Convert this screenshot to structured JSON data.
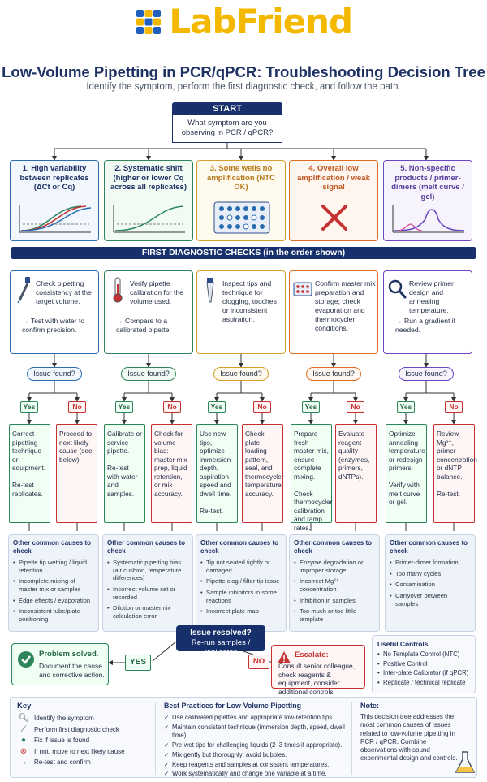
{
  "brand": {
    "name": "LabFriend"
  },
  "header": {
    "title": "Low-Volume Pipetting in PCR/qPCR: Troubleshooting Decision Tree",
    "subtitle": "Identify the symptom, perform the first diagnostic check, and follow the path."
  },
  "start": {
    "label": "START",
    "question": "What symptom are you observing in PCR / qPCR?"
  },
  "colors": {
    "navy": "#17306b",
    "blue": "#2b6cb0",
    "green": "#2f855a",
    "yellow": "#d69e2e",
    "orange": "#dd6b20",
    "purple": "#6b46c1",
    "red": "#c53030"
  },
  "symptoms": [
    {
      "title": "1. High variability between replicates (ΔCt or Cq)"
    },
    {
      "title": "2. Systematic shift (higher or lower Cq across all replicates)"
    },
    {
      "title": "3. Some wells no amplification (NTC OK)"
    },
    {
      "title": "4. Overall low amplification / weak signal"
    },
    {
      "title": "5. Non-specific products / primer-dimers (melt curve / gel)"
    }
  ],
  "banner": "FIRST DIAGNOSTIC CHECKS (in the order shown)",
  "checks": [
    {
      "icon": "pipette-icon",
      "text": "Check pipetting consistency at the target volume.",
      "sub": "→  Test with water to confirm precision."
    },
    {
      "icon": "thermometer-icon",
      "text": "Verify pipette calibration for the volume used.",
      "sub": "→  Compare to a calibrated pipette."
    },
    {
      "icon": "pipette-tip-icon",
      "text": "Inspect tips and technique for clogging, touches or inconsistent aspiration.",
      "sub": ""
    },
    {
      "icon": "plate-icon",
      "text": "Confirm master mix preparation and storage; check evaporation and thermocycler conditions.",
      "sub": ""
    },
    {
      "icon": "magnifier-icon",
      "text": "Review primer design and annealing temperature.",
      "sub": "→  Run a gradient if needed."
    }
  ],
  "issue_found": "Issue found?",
  "yes": "Yes",
  "no": "No",
  "outcomes": [
    {
      "yes": [
        "Correct pipetting technique or equipment.",
        "Re-test replicates."
      ],
      "no": [
        "Proceed to next likely cause (see below)."
      ]
    },
    {
      "yes": [
        "Calibrate or service pipette.",
        "Re-test with water and samples."
      ],
      "no": [
        "Check for volume bias: master mix prep, liquid retention, or mix accuracy."
      ]
    },
    {
      "yes": [
        "Use new tips, optimize immersion depth, aspiration speed and dwell time.",
        "Re-test."
      ],
      "no": [
        "Check plate loading pattern, seal, and thermocycler temperature accuracy."
      ]
    },
    {
      "yes": [
        "Prepare fresh master mix, ensure complete mixing.",
        "Check thermocycler calibration and ramp rates."
      ],
      "no": [
        "Evaluate reagent quality (enzymes, primers, dNTPs)."
      ]
    },
    {
      "yes": [
        "Optimize annealing temperature or redesign primers.",
        "Verify with melt curve or gel."
      ],
      "no": [
        "Review Mg²⁺, primer concentration or dNTP balance.",
        "Re-test."
      ]
    }
  ],
  "other_title": "Other common causes to check",
  "other_causes": [
    [
      "Pipette tip wetting / liquid retention",
      "Incomplete mixing of master mix or samples",
      "Edge effects / evaporation",
      "Inconsistent tube/plate positioning"
    ],
    [
      "Systematic pipetting bias (air cushion, temperature differences)",
      "Incorrect volume set or recorded",
      "Dilution or mastermix calculation error"
    ],
    [
      "Tip not seated tightly or damaged",
      "Pipette clog / filter tip issue",
      "Sample inhibitors in some reactions",
      "Incorrect plate map"
    ],
    [
      "Enzyme degradation or improper storage",
      "Incorrect Mg²⁺ concentration",
      "Inhibition in samples",
      "Too much or too little template"
    ],
    [
      "Primer-dimer formation",
      "Too many cycles",
      "Contamination",
      "Carryover between samples"
    ]
  ],
  "resolved": {
    "title": "Issue resolved?",
    "sub": "Re-run samples / replicates"
  },
  "solved": {
    "title": "Problem solved.",
    "text": "Document the cause and corrective action."
  },
  "yes_upper": "YES",
  "no_upper": "NO",
  "escalate": {
    "title": "Escalate:",
    "text": "Consult senior colleague, check reagents & equipment, consider additional controls."
  },
  "controls": {
    "title": "Useful Controls",
    "items": [
      "No Template Control (NTC)",
      "Positive Control",
      "Inter-plate Calibrator (if qPCR)",
      "Replicate / technical replicate"
    ]
  },
  "key": {
    "title": "Key",
    "items": [
      {
        "icon": "magnifier-icon",
        "text": "Identify the symptom"
      },
      {
        "icon": "pipette-icon",
        "text": "Perform first diagnostic check"
      },
      {
        "icon": "check-circle-icon",
        "text": "Fix if issue is found"
      },
      {
        "icon": "x-circle-icon",
        "text": "If not, move to next likely cause"
      },
      {
        "icon": "arrow-icon",
        "text": "Re-test and confirm"
      }
    ]
  },
  "best_practices": {
    "title": "Best Practices for Low-Volume Pipetting",
    "items": [
      "Use calibrated pipettes and appropriate low-retention tips.",
      "Maintain consistent technique (immersion depth, speed, dwell time).",
      "Pre-wet tips for challenging liquids (2–3 times if appropriate).",
      "Mix gently but thoroughly; avoid bubbles.",
      "Keep reagents and samples at consistent temperatures.",
      "Work systematically and change one variable at a time."
    ]
  },
  "note": {
    "title": "Note:",
    "text": "This decision tree addresses the most common causes of issues related to low-volume pipetting in PCR / qPCR. Combine observations with sound experimental design and controls."
  }
}
